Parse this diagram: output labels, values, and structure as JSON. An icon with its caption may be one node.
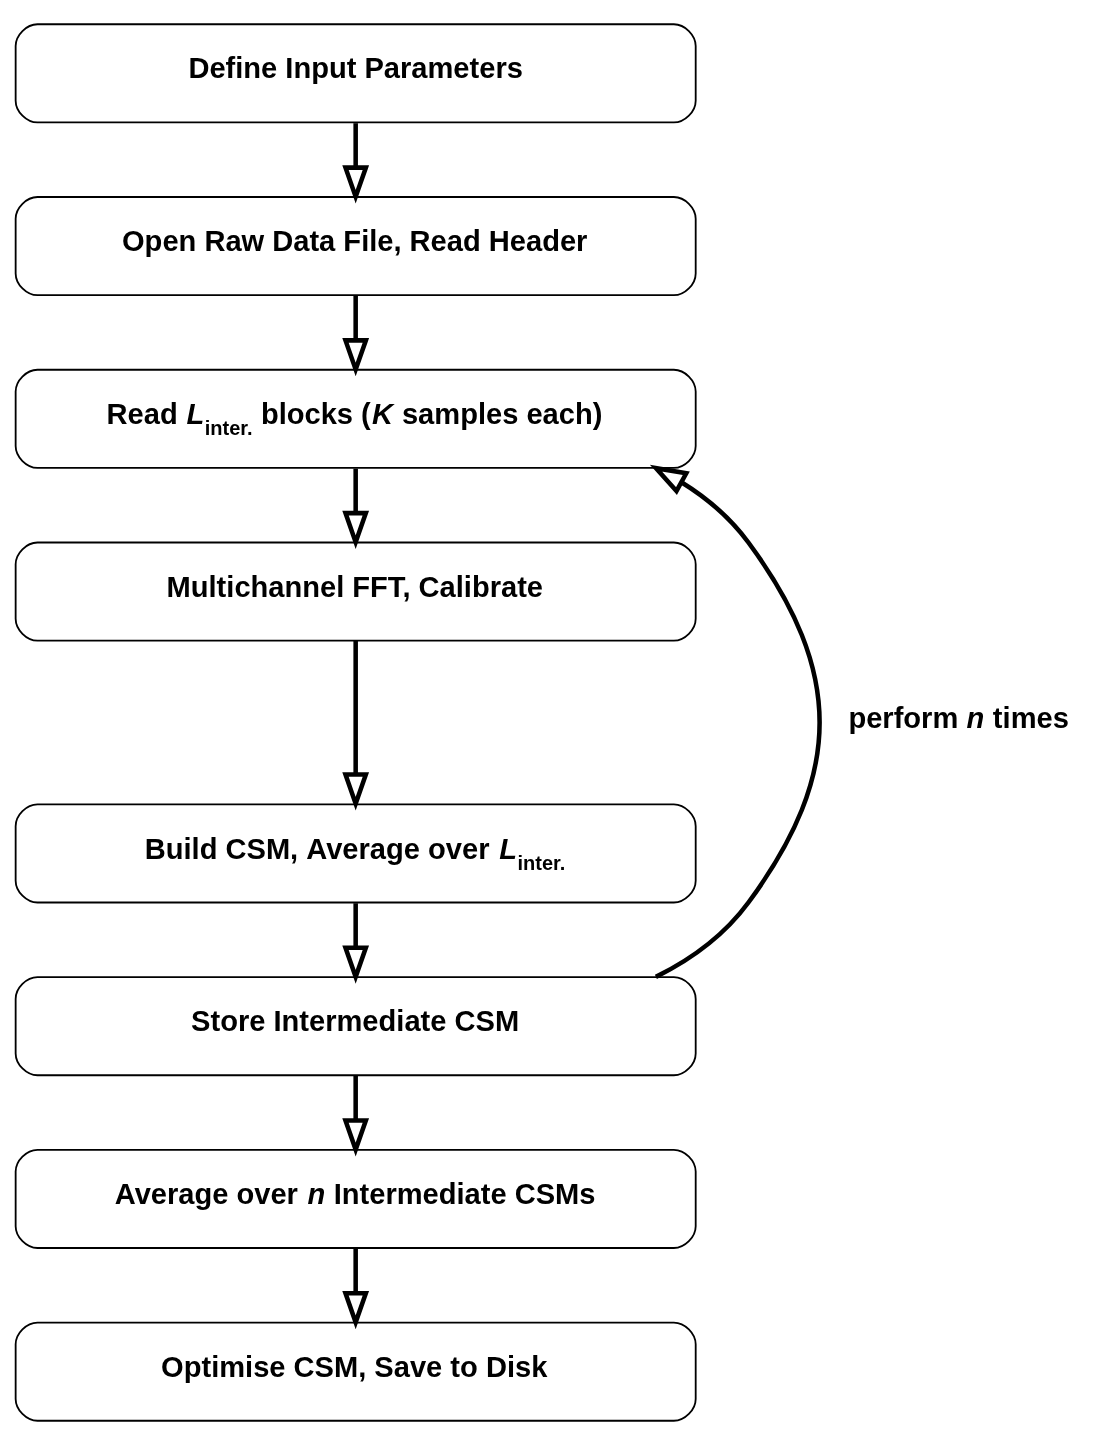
{
  "diagram": {
    "nodes": [
      {
        "text": [
          "Define Input Parameters"
        ]
      },
      {
        "text": [
          "Open Raw Data File, Read Header"
        ]
      },
      {
        "text": [
          "Read *L*$_{inter.}$ blocks (*K* samples each)"
        ]
      },
      {
        "text": [
          "Multichannel FFT, Calibrate"
        ]
      },
      {
        "text": [
          "Build CSM, Average over *L*$_{inter.}$"
        ]
      },
      {
        "text": [
          "Store Intermediate CSM"
        ]
      },
      {
        "text": [
          "Average over *n* Intermediate CSMs"
        ]
      },
      {
        "text": [
          "Optimise CSM, Save to Disk"
        ]
      }
    ],
    "edges": [
      {
        "from": 0,
        "to": 1,
        "arrow": "to"
      },
      {
        "from": 1,
        "to": 2,
        "arrow": "to"
      },
      {
        "from": 2,
        "to": 3,
        "arrow": "to"
      },
      {
        "from": 3,
        "to": 4,
        "arrow": "to"
      },
      {
        "from": 4,
        "to": 5,
        "arrow": "to"
      },
      {
        "from": 5,
        "to": 6,
        "arrow": "to"
      },
      {
        "from": 6,
        "to": 7,
        "arrow": "to"
      },
      {
        "from": 5,
        "to": 2,
        "arrow": "to",
        "label": "perform *n* times"
      }
    ]
  }
}
